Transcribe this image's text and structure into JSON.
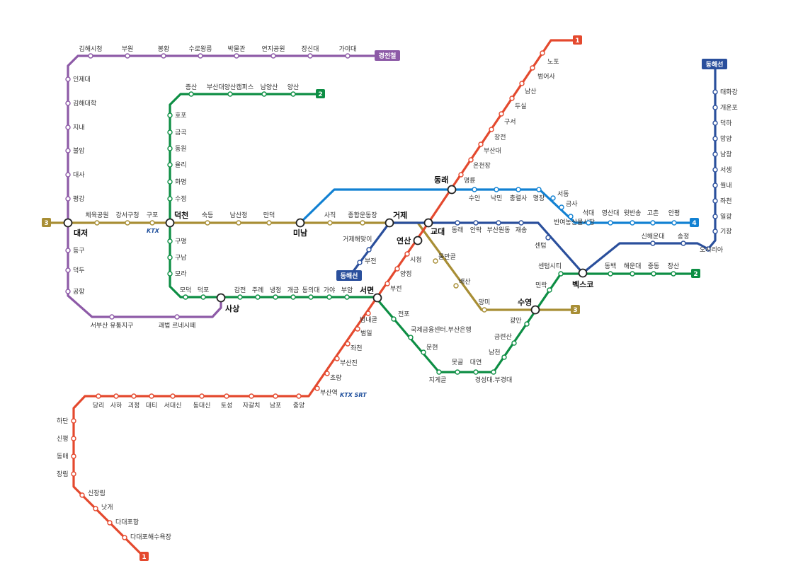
{
  "colors": {
    "line1": "#e4492e",
    "line2": "#0d8e44",
    "line3": "#a88e35",
    "line4": "#1281d2",
    "donghae": "#2a4f9c",
    "gyeongjeon": "#8d5aa7"
  },
  "badges": {
    "l1_top": "1",
    "l1_bottom": "1",
    "l2_top": "2",
    "l2_right": "2",
    "l3_left": "3",
    "l3_right": "3",
    "l4": "4",
    "donghae_top": "동해선",
    "donghae_mid": "동해선",
    "gyeongjeon": "경전철"
  },
  "logos": {
    "ktx_deokcheon": "KTX",
    "ktx_srt_busan": "KTX SRT"
  },
  "transfers": {
    "daejeo": "대저",
    "deokcheon": "덕천",
    "minam": "미남",
    "geoje": "거제",
    "yeonsan": "연산",
    "gyodae": "교대",
    "dongnae": "동래",
    "sasang": "사상",
    "seomyeon": "서면",
    "suyeong": "수영",
    "bexco": "벡스코"
  },
  "stations": {
    "line1": [
      "노포",
      "범어사",
      "남산",
      "두실",
      "구서",
      "장전",
      "부산대",
      "온천장",
      "명륜",
      "시청",
      "양정",
      "부전",
      "범내골",
      "범일",
      "좌천",
      "부산진",
      "초량",
      "부산역",
      "중앙",
      "남포",
      "자갈치",
      "토성",
      "동대신",
      "서대신",
      "대티",
      "괴정",
      "사하",
      "당리",
      "하단",
      "신평",
      "동매",
      "장림",
      "신장림",
      "낫개",
      "다대포항",
      "다대포해수욕장"
    ],
    "line2": [
      "증산",
      "부산대양산캠퍼스",
      "남양산",
      "양산",
      "호포",
      "금곡",
      "동원",
      "율리",
      "화명",
      "수정",
      "구명",
      "구남",
      "모라",
      "모덕",
      "덕포",
      "감전",
      "주례",
      "냉정",
      "개금",
      "동의대",
      "가야",
      "부암",
      "전포",
      "국제금융센터.부산은행",
      "문현",
      "지게골",
      "못골",
      "대연",
      "경성대.부경대",
      "남천",
      "금련산",
      "광안",
      "민락",
      "센텀시티",
      "동백",
      "해운대",
      "중동",
      "장산"
    ],
    "line3": [
      "체육공원",
      "강서구청",
      "구포",
      "숙등",
      "남산정",
      "만덕",
      "사직",
      "종합운동장",
      "물만골",
      "배산",
      "망미"
    ],
    "line4": [
      "수안",
      "낙민",
      "충렬사",
      "명장",
      "서동",
      "금사",
      "반여농산물시장",
      "석대",
      "영산대",
      "윗반송",
      "고촌",
      "안평"
    ],
    "donghae": [
      "태화강",
      "개운포",
      "덕하",
      "망양",
      "남창",
      "서생",
      "월내",
      "좌천",
      "일광",
      "기장",
      "오시리아",
      "송정",
      "신해운대",
      "센텀",
      "재송",
      "부산원동",
      "안락",
      "동래",
      "거제해맞이",
      "부전"
    ],
    "gyeongjeon": [
      "김해시청",
      "부원",
      "봉황",
      "수로왕릉",
      "박물관",
      "연지공원",
      "장신대",
      "가야대",
      "인제대",
      "김해대학",
      "지내",
      "불암",
      "대사",
      "평강",
      "등구",
      "덕두",
      "공항",
      "서부산 유통지구",
      "괘법 르네시떼"
    ]
  }
}
